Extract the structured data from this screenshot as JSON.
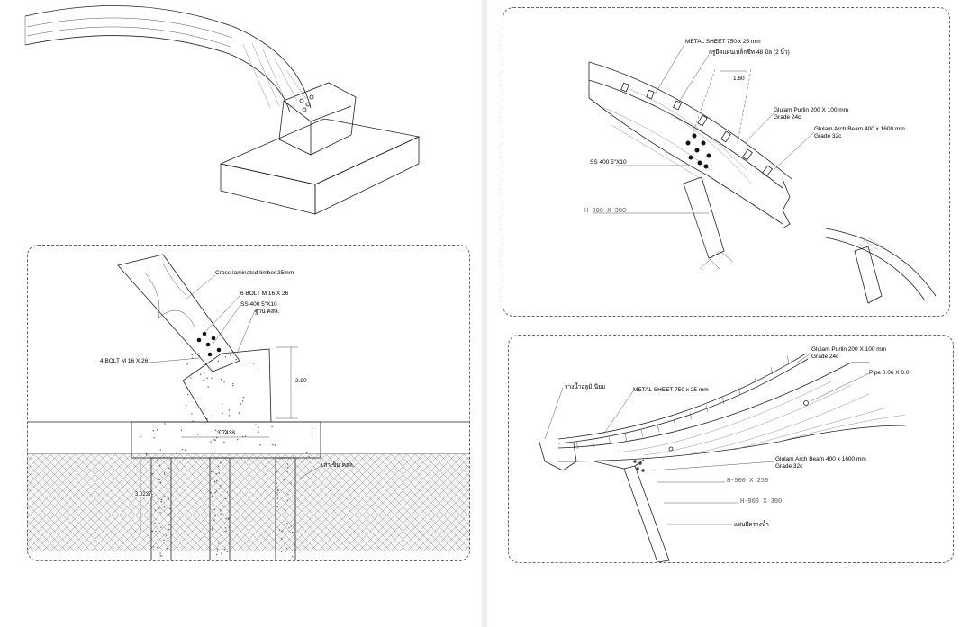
{
  "left_sheet": {
    "foundation_detail": {
      "labels": {
        "clt": "Cross-laminated timber 25mm",
        "bolt6": "6 BOLT M 16 X 26",
        "ss400": "SS 400 5\"X10",
        "base_footing": "ฐาน คสล.",
        "bolt4": "4 BOLT M 16 X 26",
        "pile": "เสาเข็ม คสล."
      },
      "dimensions": {
        "pedestal_height": "2.90",
        "footing_width": "3.7438",
        "pile_depth": "3.0237"
      }
    }
  },
  "right_sheet": {
    "purlin_detail": {
      "labels": {
        "metal_sheet": "METAL SHEET 750 x 25 mm",
        "screw": "กรูยึดแผ่นเหล็กซีท 48 มิล (2 นิ้ว)",
        "spacing": "1.60",
        "purlin": "Glulam Purlin 200 X 100 mm",
        "purlin_grade": "Grade 24c",
        "arch_beam": "Glulam Arch Beam 400 x 1600  mm",
        "arch_grade": "Grade 32c",
        "ss400": "SS 400 5\"X10",
        "hbeam": "H-900 X 300"
      }
    },
    "eave_detail": {
      "labels": {
        "purlin": "Glulam Purlin 200 X 100 mm",
        "purlin_grade": "Grade 24c",
        "gutter": "รางน้ำอลูมิเนียม",
        "metal_sheet": "METAL SHEET 750 x 25 mm",
        "pipe": "Pipe 0.06 X 0.0",
        "arch_beam": "Glulam Arch Beam 400 x 1600  mm",
        "arch_grade": "Grade 32c",
        "h500": "H-500 X 250",
        "h900": "H-900 X 300",
        "downspout": "แผ่นยึดรางน้ำ"
      }
    }
  }
}
